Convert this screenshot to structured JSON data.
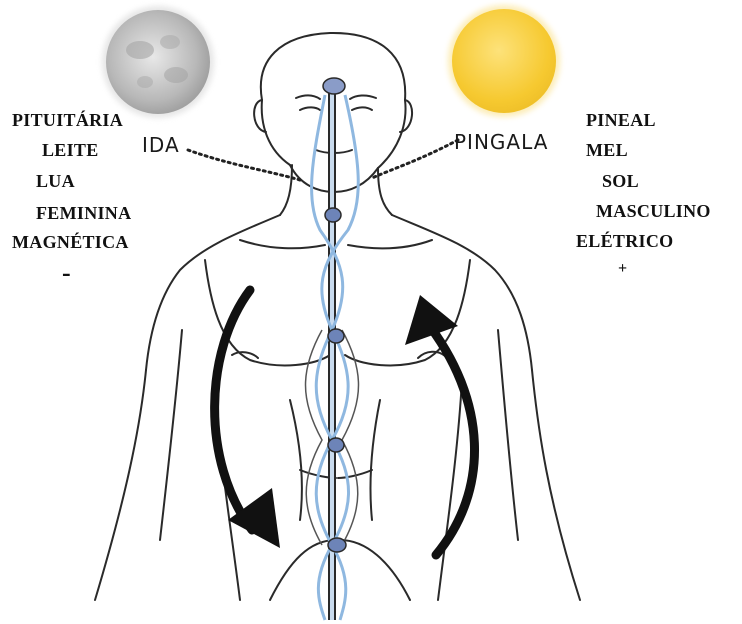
{
  "left_labels": [
    "PITUITÁRIA",
    "LEITE",
    "LUA",
    "FEMININA",
    "MAGNÉTICA",
    "-"
  ],
  "right_labels": [
    "PINEAL",
    "MEL",
    "SOL",
    "MASCULINO",
    "ELÉTRICO",
    "+"
  ],
  "channels": {
    "left": "IDA",
    "right": "PINGALA"
  },
  "colors": {
    "moon": "#bdbdbd",
    "sun": "#f7d23e",
    "channel": "#8fb8e0",
    "outline": "#2a2a2a"
  }
}
